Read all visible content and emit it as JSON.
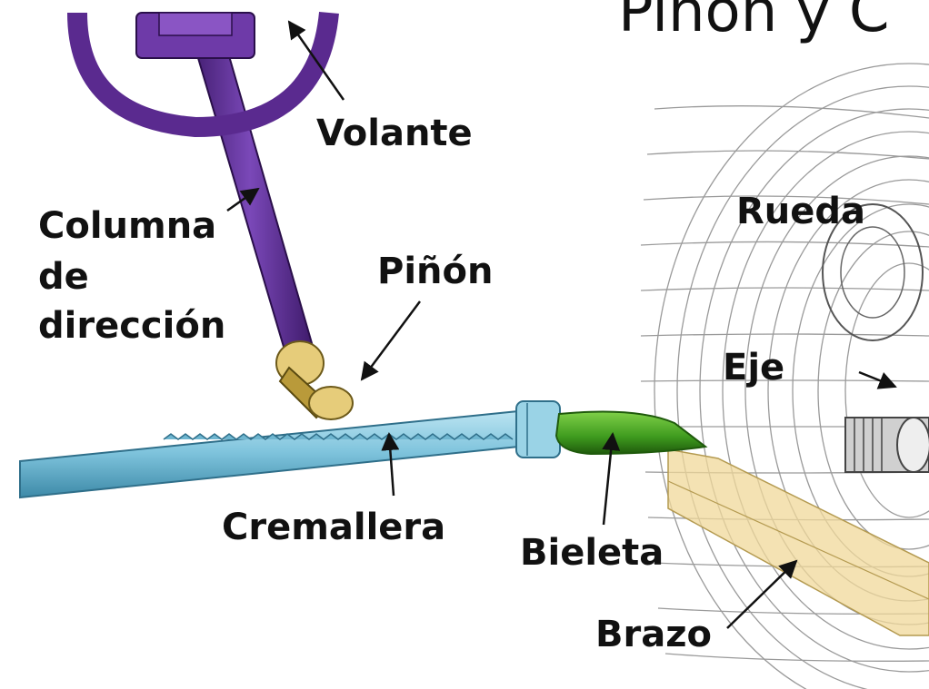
{
  "title": "Piñon y C",
  "labels": {
    "volante": "Volante",
    "columna_1": "Columna",
    "columna_2": "de",
    "columna_3": "dirección",
    "pinon": "Piñón",
    "cremallera": "Cremallera",
    "bieleta": "Bieleta",
    "brazo": "Brazo",
    "rueda": "Rueda",
    "eje": "Eje"
  },
  "colors": {
    "steering": "#5a2a8f",
    "pinion": "#e6cc7a",
    "rack": "#7ec3dc",
    "tie_rod": "#3e9a1e",
    "arm": "#f0d89a",
    "wheel_wire": "#9a9a9a"
  }
}
